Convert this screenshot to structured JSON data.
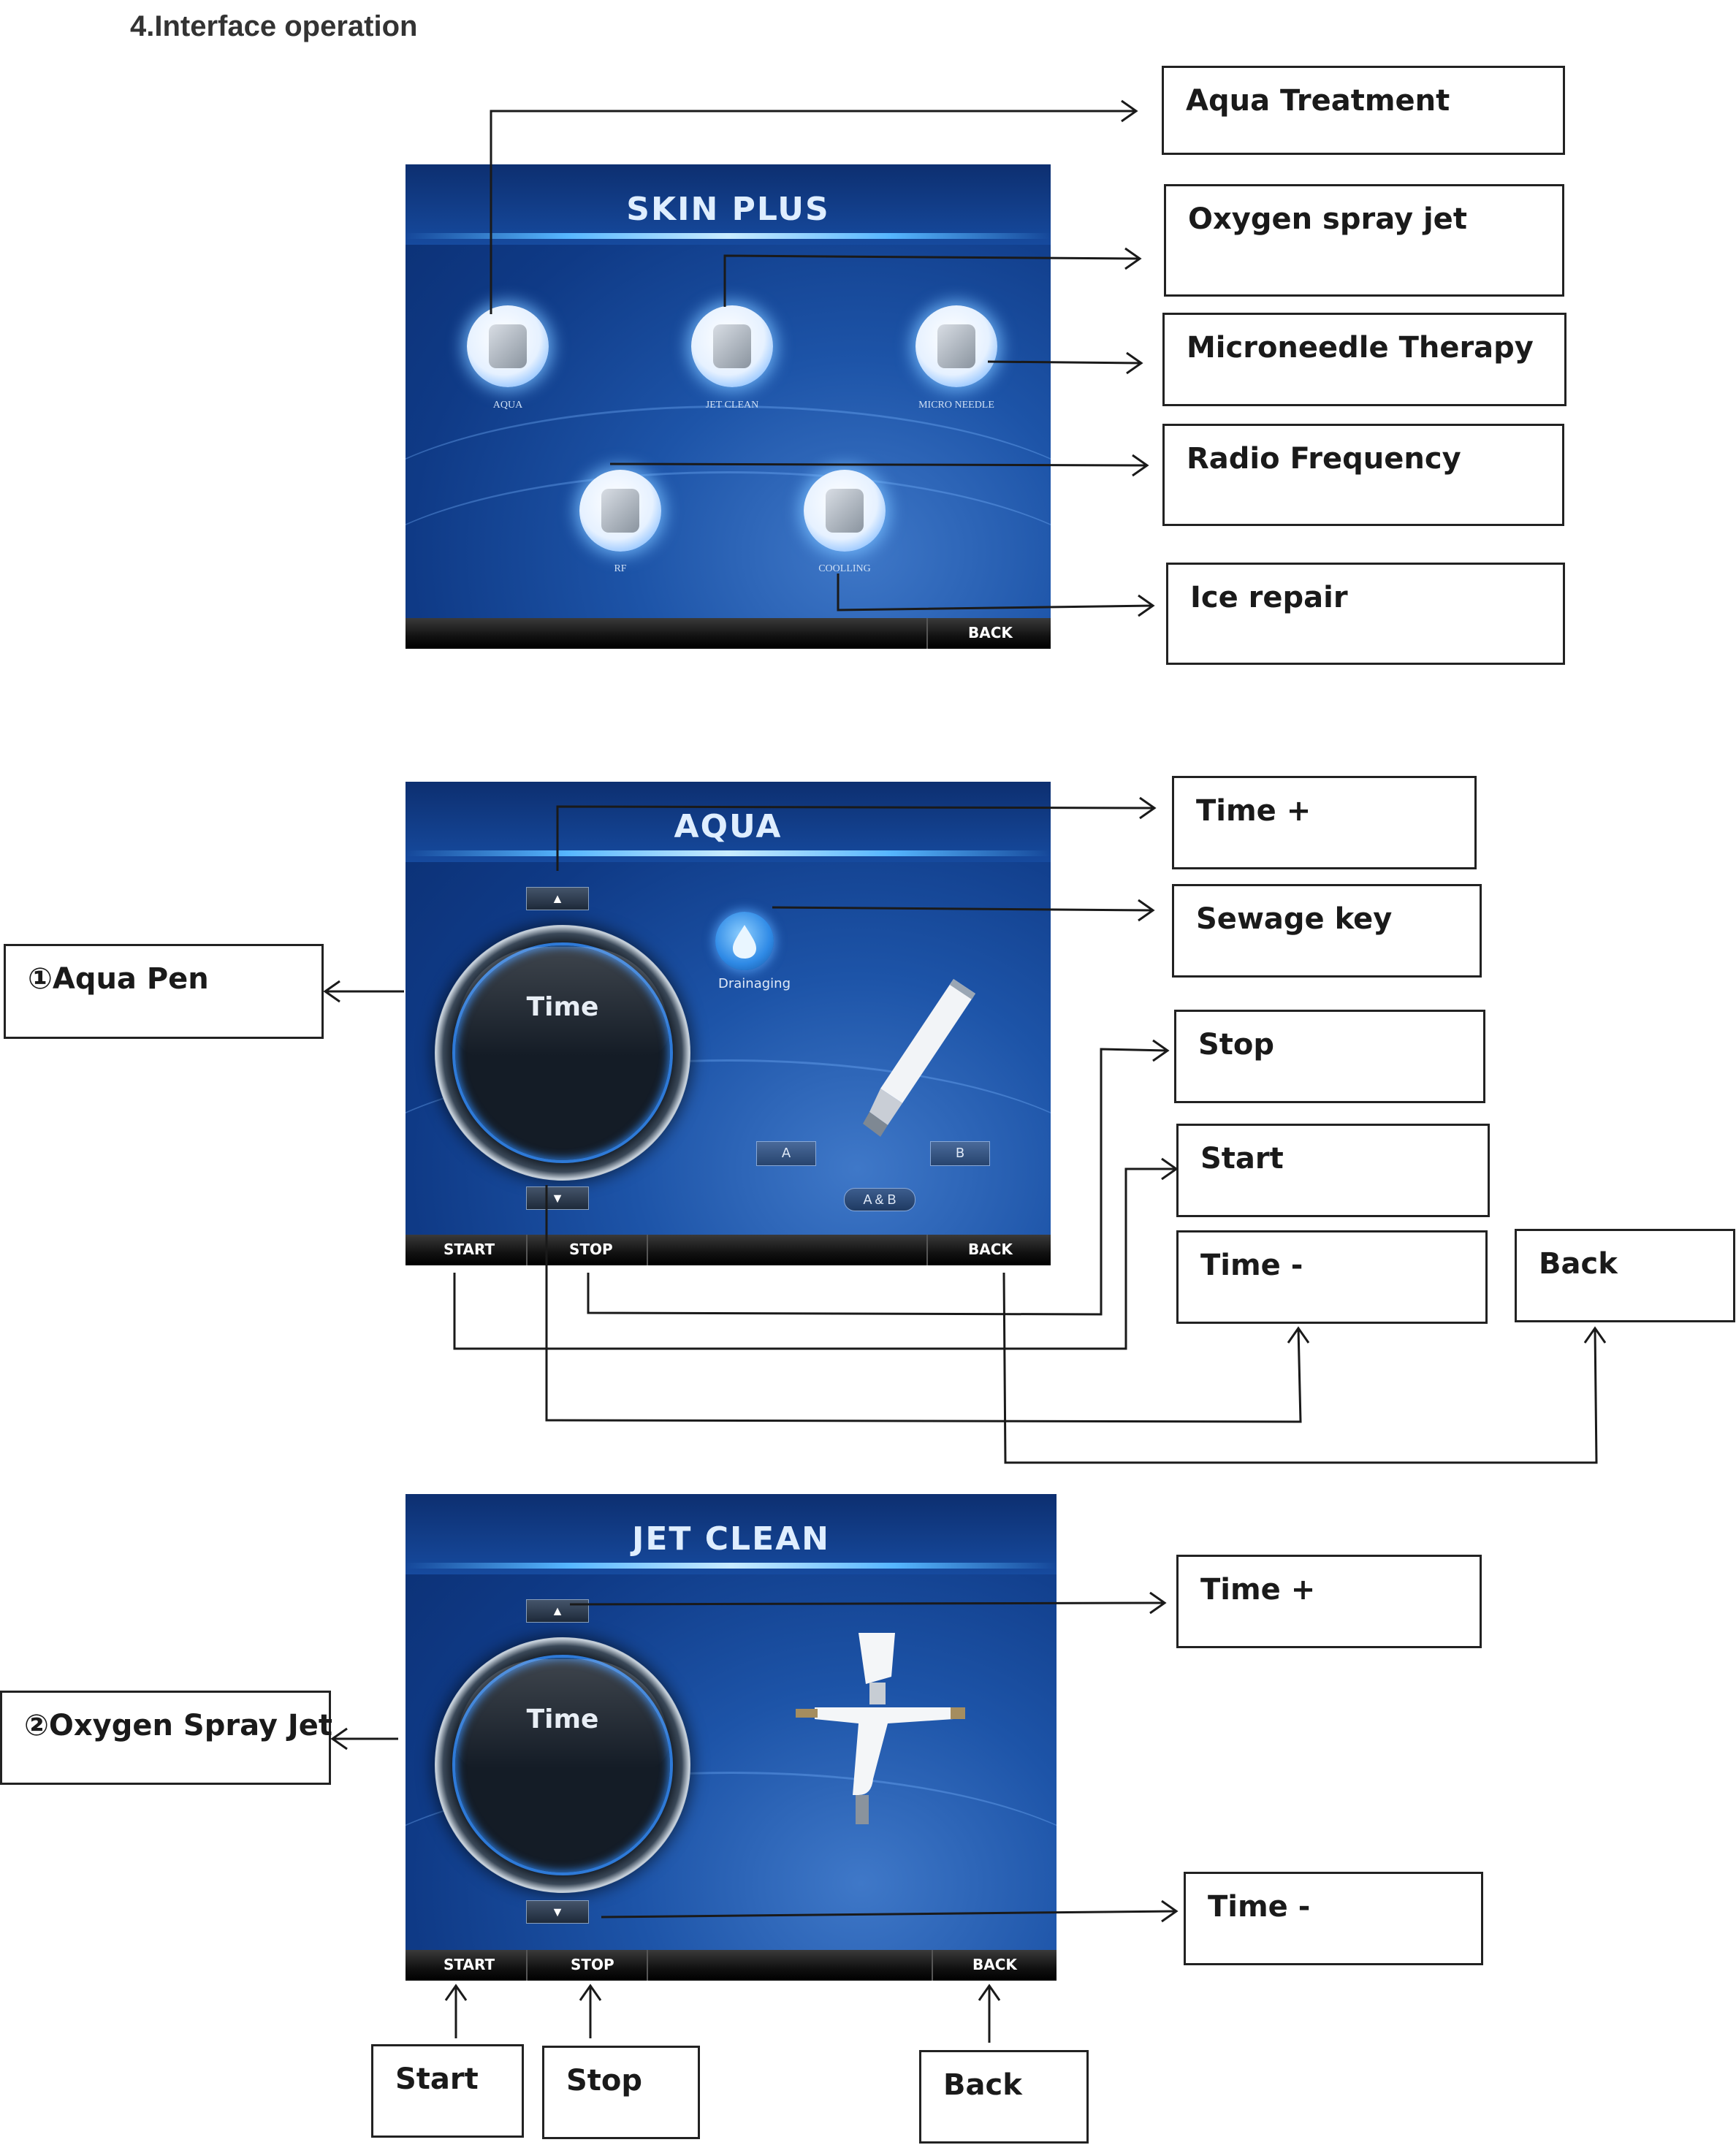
{
  "heading": "4.Interface operation",
  "skin_plus": {
    "title": "SKIN PLUS",
    "icons": [
      "AQUA",
      "JET CLEAN",
      "MICRO NEEDLE",
      "RF",
      "COOLLING"
    ],
    "back": "BACK"
  },
  "skin_plus_labels": [
    "Aqua Treatment",
    "Oxygen spray jet",
    "Microneedle Therapy",
    "Radio Frequency",
    "Ice repair"
  ],
  "aqua": {
    "title": "AQUA",
    "dial": "Time",
    "drain_caption": "Drainaging",
    "btn_a": "A",
    "btn_b": "B",
    "btn_ab": "A & B",
    "start": "START",
    "stop": "STOP",
    "back": "BACK",
    "up_glyph": "▲",
    "down_glyph": "▼"
  },
  "aqua_labels": {
    "pen": "①Aqua Pen",
    "time_plus": "Time +",
    "sewage": "Sewage key",
    "stop": "Stop",
    "start": "Start",
    "time_minus": "Time -",
    "back": "Back"
  },
  "jet": {
    "title": "JET CLEAN",
    "dial": "Time",
    "start": "START",
    "stop": "STOP",
    "back": "BACK",
    "up_glyph": "▲",
    "down_glyph": "▼"
  },
  "jet_labels": {
    "spray": "②Oxygen Spray Jet",
    "time_plus": "Time +",
    "time_minus": "Time -",
    "start": "Start",
    "stop": "Stop",
    "back": "Back"
  },
  "colors": {
    "screen_blue": "#1d54a8",
    "glow": "#56b6ff",
    "bar": "#111111"
  },
  "icon_names": [
    "aqua-handpiece-icon",
    "spray-gun-icon",
    "microneedle-icon",
    "rf-probe-icon",
    "cooling-head-icon",
    "water-drop-icon"
  ]
}
